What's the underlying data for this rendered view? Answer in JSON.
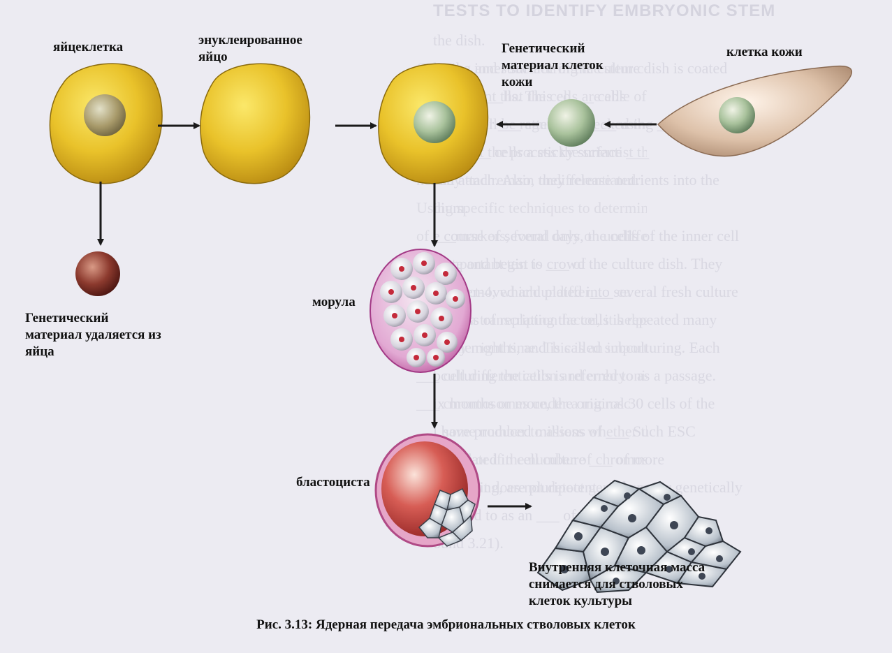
{
  "labels": {
    "egg": "яйцеклетка",
    "enucleated_egg": "энуклеированное яйцо",
    "skin_genetic_material": "Генетический материал клеток кожи",
    "skin_cell": "клетка кожи",
    "removed_genetic_material": "Генетический материал удаляется из яйца",
    "morula": "морула",
    "blastocyst": "бластоциста",
    "inner_cell_mass": "Внутренняя клеточная масса снимается для стволовых клеток культуры"
  },
  "caption": "Рис. 3.13: Ядерная передача эмбриональных стволовых клеток",
  "background_text": {
    "title": "TESTS TO IDENTIFY EMBRYONIC STEM",
    "lines": [
      "the dish.",
      "ly, the inner surface of the culture dish is coated",
      "embryo___lls. This co___ cells",
      "eder layer ___ attempted. ___ using ___",
      "layer ___ cells a sticky surface ___",
      "ead attach. Also, they release nutrients into the",
      "dium.",
      "e course of several days, the cells of the inner cell",
      "erate and begin to crowd the culture dish. They",
      "ully removed and plated into several fresh culture",
      "process of replating the cells is repeated many",
      "many months, and is called subculturing. Each",
      "bculturing the cells is referred to as a passage.",
      "ix months or more, the original 30 cells of the",
      "l have produced millions of ___ Such ESC",
      "roliferated in cell culture ___ of more",
      "erentiating, are pluripotent, and appear genetically",
      "referred to as an ___ of line",
      "ound 3.21)."
    ],
    "column_lines": [
      "Growing and subculturing the stem cells for",
      "To the extent that the cells are able of li",
      "___ they will be regularly checked the",
      "throughout the process the scientist that the c",
      "healthy and remain undifferentiated.",
      "Using specific techniques to determine the pr",
      "of ___markers, found only on undifferentia",
      "___ important test is ___ of",
      "called Oct-4, which undiffer___ ca",
      "Oct-4 is a transcription factor, it helps turn gene",
      "off at the right time. This is an important part of",
      "___ cell differentiation and embryonic dev",
      "___ chromosomes under a microsc",
      "___ some number to assess whether the chromos",
      "damaged or if the number of chromosomes has",
      "However, it does not detect genetic mutations in"
    ]
  },
  "colors": {
    "cytoplasm": "#e9c22a",
    "nucleus_gray": "#9ea590",
    "nucleus_green": "#8db48a",
    "removed_nucleus": "#7a2a22",
    "skin_cell": "#d8b9a0",
    "morula_outer": "#c45aa5",
    "blastocyst_cavity": "#c13c3c",
    "arrow": "#1a1a1a"
  }
}
